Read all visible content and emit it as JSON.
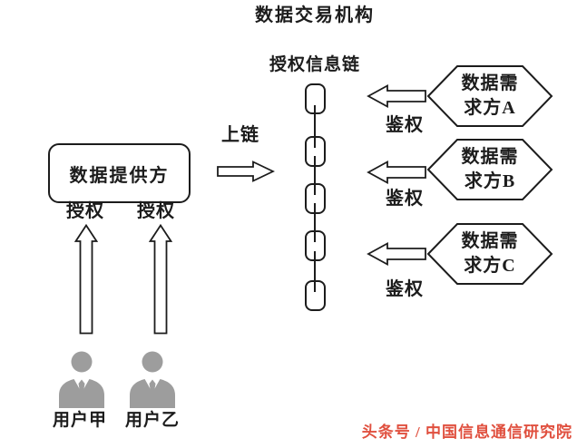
{
  "title": "数据交易机构",
  "chain": {
    "label": "授权信息链",
    "node_count": 5,
    "uplink_label": "上链"
  },
  "provider": {
    "label": "数据提供方"
  },
  "consumers": [
    {
      "line1": "数据需",
      "line2": "求方A",
      "auth_label": "鉴权"
    },
    {
      "line1": "数据需",
      "line2": "求方B",
      "auth_label": "鉴权"
    },
    {
      "line1": "数据需",
      "line2": "求方C",
      "auth_label": "鉴权"
    }
  ],
  "users": [
    {
      "label": "用户甲",
      "grant_label": "授权"
    },
    {
      "label": "用户乙",
      "grant_label": "授权"
    }
  ],
  "watermark": "头条号 / 中国信息通信研究院",
  "colors": {
    "ink": "#1c1c1c",
    "person_gray": "#9d9d9d",
    "watermark_red": "#e0503f",
    "background": "#ffffff"
  }
}
